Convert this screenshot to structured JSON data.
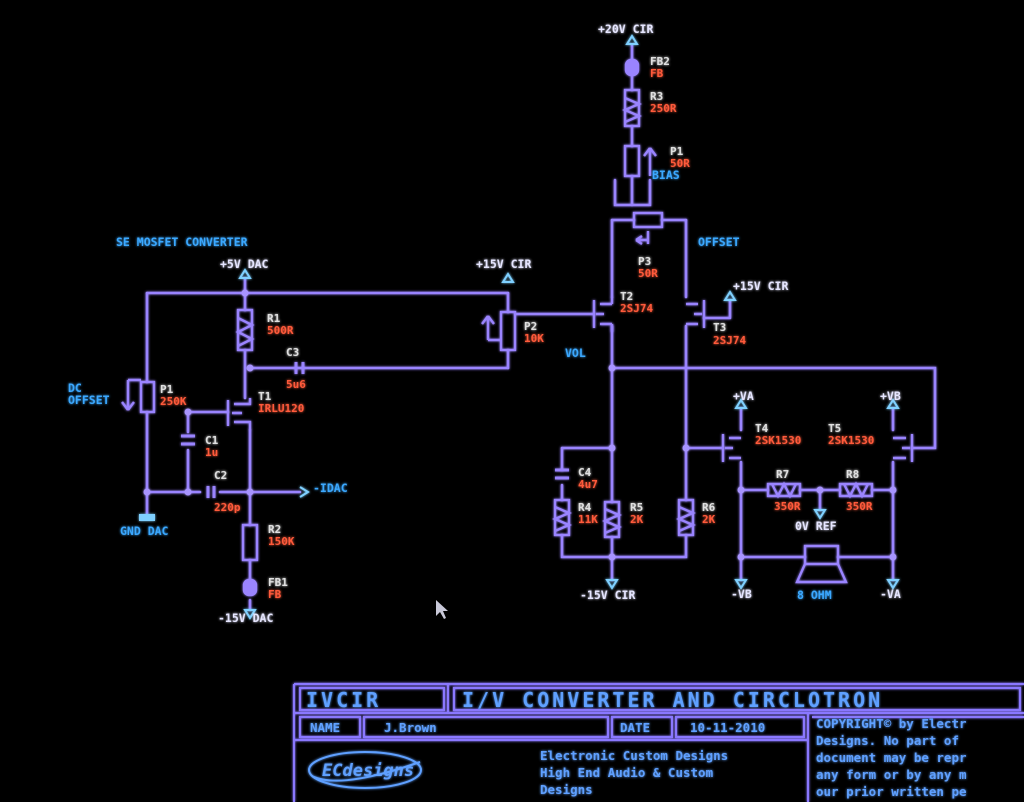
{
  "colors": {
    "wire": "#9a84ff",
    "wire_glow": "#6f56ff",
    "node_label": "#e6e6ff",
    "ref_label": "#e0e0e0",
    "value_label": "#ff5a3a",
    "net_label": "#3aa8ff",
    "titleblock_text": "#5fa0ff",
    "titleblock_line": "#8a78ff",
    "background": "#000000"
  },
  "rails": {
    "v20_cir": "+20V CIR",
    "v5_dac": "+5V DAC",
    "v15_cir_a": "+15V CIR",
    "v15_cir_b": "+15V CIR",
    "neg15_cir": "-15V CIR",
    "neg15_dac": "-15V DAC",
    "pos_va": "+VA",
    "pos_vb": "+VB",
    "neg_vb": "-VB",
    "neg_va": "-VA"
  },
  "nets": {
    "se_mosfet_converter": "SE MOSFET CONVERTER",
    "dc_offset_line1": "DC",
    "dc_offset_line2": "OFFSET",
    "gnd_dac": "GND DAC",
    "neg_idac": "-IDAC",
    "offset": "OFFSET",
    "vol": "VOL",
    "bias": "BIAS",
    "zero_v_ref": "0V REF",
    "speaker": "8 OHM"
  },
  "components": {
    "fb2": {
      "ref": "FB2",
      "value": "FB"
    },
    "r3": {
      "ref": "R3",
      "value": "250R"
    },
    "p1_bias": {
      "ref": "P1",
      "value": "50R"
    },
    "p3": {
      "ref": "P3",
      "value": "50R"
    },
    "t2": {
      "ref": "T2",
      "value": "2SJ74"
    },
    "t3": {
      "ref": "T3",
      "value": "2SJ74"
    },
    "p2": {
      "ref": "P2",
      "value": "10K"
    },
    "r1": {
      "ref": "R1",
      "value": "500R"
    },
    "c3": {
      "ref": "C3",
      "value": "5u6"
    },
    "p1_dac": {
      "ref": "P1",
      "value": "250K"
    },
    "t1": {
      "ref": "T1",
      "value": "IRLU120"
    },
    "c1": {
      "ref": "C1",
      "value": "1u"
    },
    "c2": {
      "ref": "C2",
      "value": "220p"
    },
    "r2": {
      "ref": "R2",
      "value": "150K"
    },
    "fb1": {
      "ref": "FB1",
      "value": "FB"
    },
    "t4": {
      "ref": "T4",
      "value": "2SK1530"
    },
    "t5": {
      "ref": "T5",
      "value": "2SK1530"
    },
    "c4": {
      "ref": "C4",
      "value": "4u7"
    },
    "r4": {
      "ref": "R4",
      "value": "11K"
    },
    "r5": {
      "ref": "R5",
      "value": "2K"
    },
    "r6": {
      "ref": "R6",
      "value": "2K"
    },
    "r7": {
      "ref": "R7",
      "value": "350R"
    },
    "r8": {
      "ref": "R8",
      "value": "350R"
    }
  },
  "title_block": {
    "drawing_code": "IVCIR",
    "title": "I/V CONVERTER AND CIRCLOTRON",
    "name_label": "NAME",
    "name_value": "J.Brown",
    "date_label": "DATE",
    "date_value": "10-11-2010",
    "logo_text": "ECdesigns",
    "company_line1": "Electronic Custom Designs",
    "company_line2": "High End Audio  &  Custom",
    "company_line3": "Designs",
    "copyright_line1": "COPYRIGHT© by Electr",
    "copyright_line2": "Designs. No part of",
    "copyright_line3": "document may be repr",
    "copyright_line4": "any form or by any m",
    "copyright_line5": "our prior written pe"
  }
}
